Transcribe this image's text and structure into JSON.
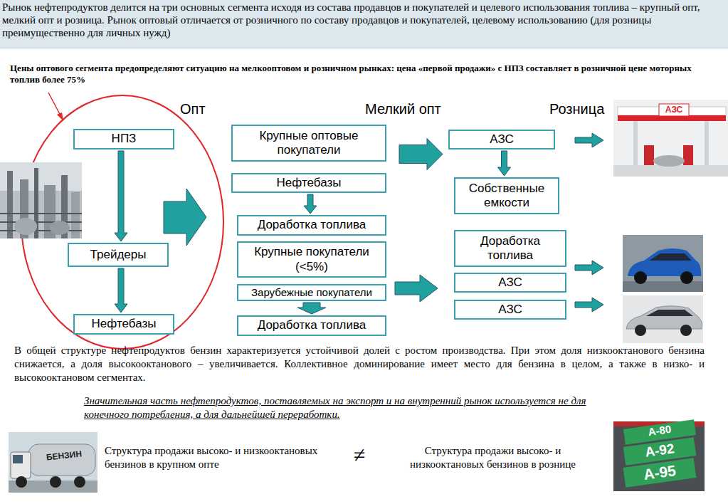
{
  "diagram": {
    "nodes": [
      {
        "text": [
          "Рынок нефтепродуктов делится на три основных сегмента исходя из состава продавцов и покупателей и целевого использования топлива – крупный опт, мелкий опт и розница. Рынок оптовый отличается от розничного по составу продавцов и покупателей, целевому использованию (для розницы преимущественно для личных нужд)"
        ]
      },
      {
        "text": [
          "НПЗ"
        ]
      },
      {
        "text": [
          "Трейдеры"
        ]
      },
      {
        "text": [
          "Нефтебазы"
        ]
      },
      {
        "text": [
          "Крупные оптовые покупатели"
        ]
      },
      {
        "text": [
          "Нефтебазы"
        ]
      },
      {
        "text": [
          "Доработка топлива"
        ]
      },
      {
        "text": [
          "Крупные покупатели (<5%)"
        ]
      },
      {
        "text": [
          "Зарубежные покупатели"
        ]
      },
      {
        "text": [
          "Доработка топлива"
        ]
      },
      {
        "text": [
          "АЗС"
        ]
      },
      {
        "text": [
          "Собственные емкости"
        ]
      },
      {
        "text": [
          "Доработка топлива"
        ]
      },
      {
        "text": [
          "АЗС"
        ]
      },
      {
        "text": [
          "АЗС"
        ]
      }
    ],
    "edges": [
      {
        "from": 1,
        "to": 2,
        "arrow": "to"
      },
      {
        "from": 2,
        "to": 3,
        "arrow": "to"
      },
      {
        "from": 5,
        "to": 6,
        "arrow": "to"
      },
      {
        "from": 8,
        "to": 9,
        "arrow": "to"
      },
      {
        "from": 10,
        "to": 11,
        "arrow": "to"
      },
      {
        "from": 4,
        "to": 10,
        "arrow": "to"
      }
    ],
    "labels": [
      "Цены оптового сегмента предопределяют ситуацию на мелкооптовом и розничном рынках: цена «первой продажи» с НПЗ составляет в розничной цене моторных топлив более 75%",
      "Опт",
      "Мелкий опт",
      "Розница",
      "В общей структуре нефтепродуктов бензин характеризуется устойчивой долей с ростом производства. При этом доля низкооктанового бензина снижается, а доля высокооктанового – увеличивается. Коллективное доминирование имеет место для бензина в целом, а также в низко- и высокооктановом сегментах.",
      "Значительная часть нефтепродуктов, поставляемых на экспорт и на внутренний рынок используется не для конечного потребления, а для дальнейшей переработки.",
      "Структура продажи высоко- и низкооктановых бензинов в крупном опте",
      "≠",
      "Структура продажи высоко- и низкооктановых бензинов в рознице",
      "АЗС",
      "БЕНЗИН",
      "А-80",
      "А-92",
      "А-95"
    ]
  }
}
